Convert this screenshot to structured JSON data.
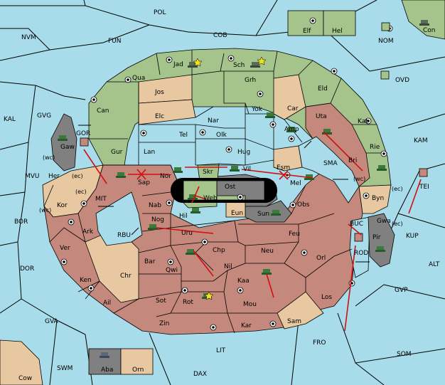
{
  "colors": {
    "sea": "#a8dcea",
    "green_power": "#a4c48c",
    "red_power": "#c4887c",
    "neutral_land": "#e8c8a0",
    "impassable": "#808080",
    "order": "#d01010"
  },
  "sea_labels": {
    "pol": "POL",
    "nvm": "NVM",
    "fun": "FUN",
    "cob": "COB",
    "nom": "NOM",
    "ovd": "OVD",
    "kal": "KAL",
    "gvg": "GVG",
    "gor": "GOR",
    "mvu": "MVU",
    "bor": "BOR",
    "mit": "MIT",
    "rbu": "RBU",
    "dor": "DOR",
    "gva": "GVA",
    "swm": "SWM",
    "lit": "LIT",
    "dax": "DAX",
    "fro": "FRO",
    "som": "SOM",
    "gvp": "GVP",
    "alt": "ALT",
    "kup": "KUP",
    "kam": "KAM",
    "sma": "SMA",
    "tei": "TEI",
    "buc": "BUC",
    "rod": "ROD"
  },
  "land_labels": {
    "elf": "Elf",
    "hel": "Hel",
    "con": "Con",
    "jad": "Jad",
    "sch": "Sch",
    "qua": "Qua",
    "jos": "Jos",
    "grh": "Grh",
    "eld": "Eld",
    "can": "Can",
    "elc": "Elc",
    "nar": "Nar",
    "yok": "Yok",
    "car": "Car",
    "uta": "Uta",
    "tel": "Tel",
    "olk": "Olk",
    "amp": "Amp",
    "kat": "Kat",
    "gur": "Gur",
    "lan": "Lan",
    "hug": "Hug",
    "esm": "Esm",
    "rie": "Rie",
    "gaw": "Gaw",
    "her": "Her",
    "sap": "Sap",
    "nor": "Nor",
    "skr": "Skr",
    "vil": "Vil",
    "mel": "Mel",
    "bri": "Bri",
    "web": "Web",
    "ost": "Ost",
    "byn": "Byn",
    "kor": "Kor",
    "nab": "Nab",
    "hil": "Hil",
    "eun": "Eun",
    "sun": "Sun",
    "obs": "Obs",
    "gwa": "Gwa",
    "ark": "Ark",
    "nog": "Nog",
    "uru": "Uru",
    "feu": "Feu",
    "pir": "Pir",
    "ver": "Ver",
    "bar": "Bar",
    "chp": "Chp",
    "neu": "Neu",
    "orl": "Orl",
    "qwi": "Qwi",
    "nil": "Nil",
    "ken": "Ken",
    "chr": "Chr",
    "kaa": "Kaa",
    "ail": "Ail",
    "sot": "Sot",
    "rot": "Rot",
    "mou": "Mou",
    "los": "Los",
    "zin": "Zin",
    "kar": "Kar",
    "sam": "Sam",
    "aba": "Aba",
    "orn": "Orn",
    "cow": "Cow"
  },
  "coast_labels": {
    "gvg_wc": "(wc)",
    "her_ec": "(ec)",
    "kor_ec": "(ec)",
    "kor_wc": "(wc)",
    "byn_wc": "(wc)",
    "byn_ec": "(ec)",
    "gwa_ec": "(ec)"
  }
}
